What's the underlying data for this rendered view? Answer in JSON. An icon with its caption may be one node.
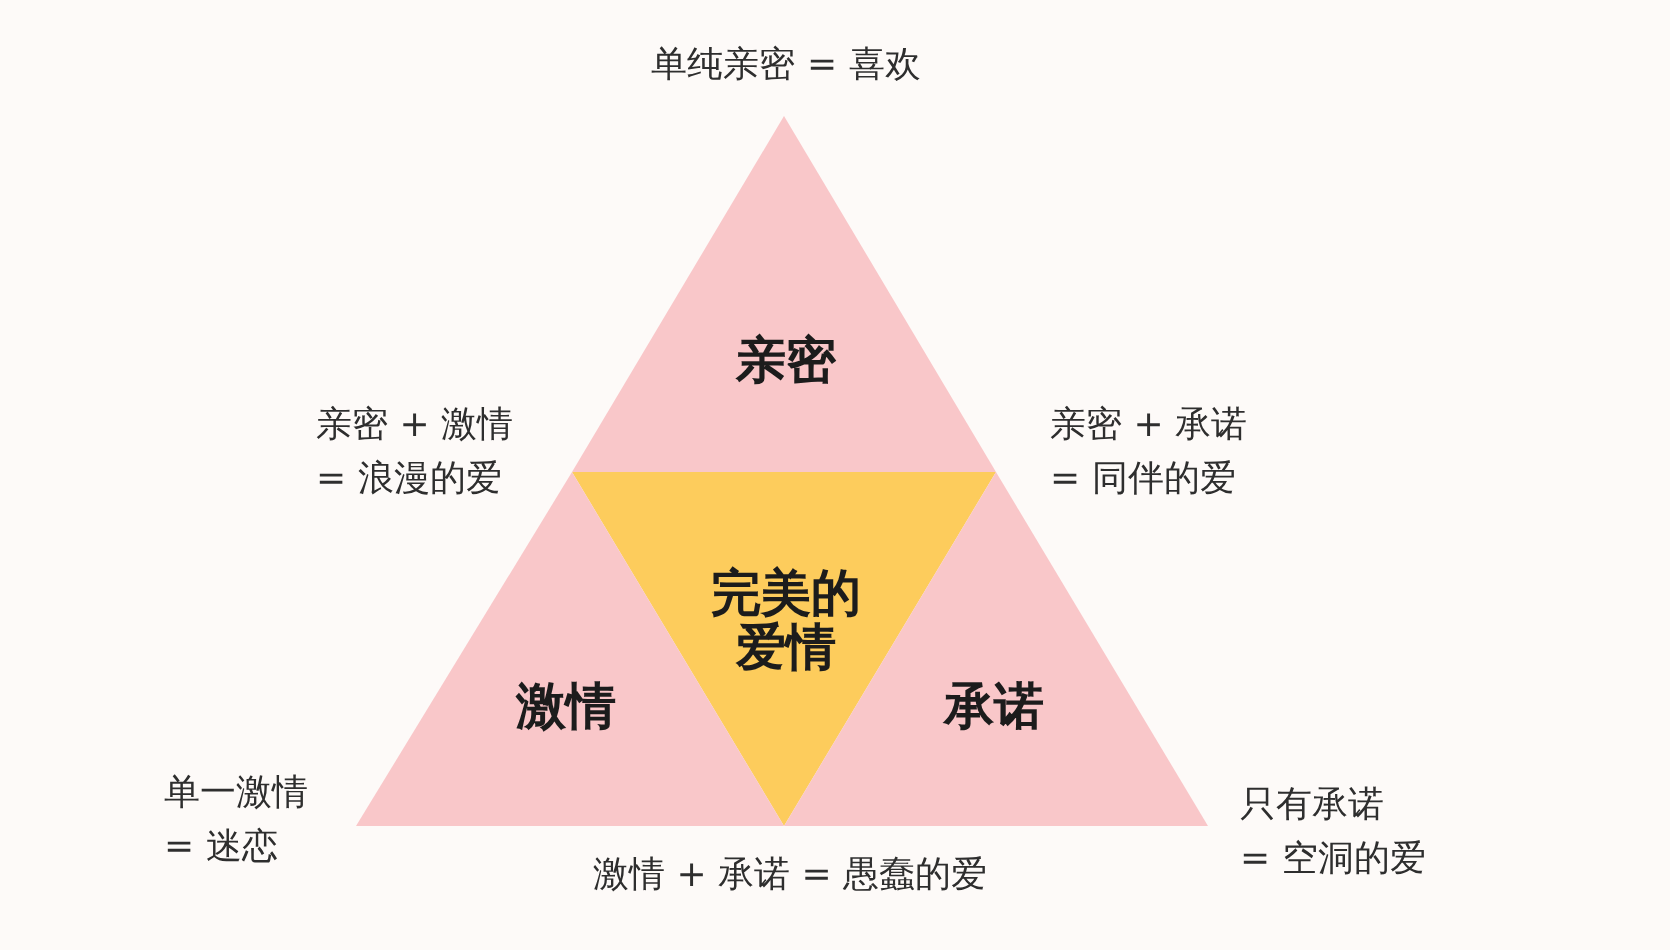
{
  "diagram": {
    "nodes": [
      {
        "text": [
          "亲密"
        ],
        "beside": [
          "单纯亲密 = 喜欢"
        ]
      },
      {
        "text": [
          "完美的爱情"
        ]
      },
      {
        "text": [
          "激情"
        ],
        "beside": [
          "单一激情 = 迷恋"
        ]
      },
      {
        "text": [
          "承诺"
        ],
        "beside": [
          "只有承诺 = 空洞的爱"
        ]
      }
    ],
    "labels": [
      "亲密 + 激情 = 浪漫的爱",
      "亲密 + 承诺 = 同伴的爱",
      "激情 + 承诺 = 愚蠢的爱"
    ]
  }
}
